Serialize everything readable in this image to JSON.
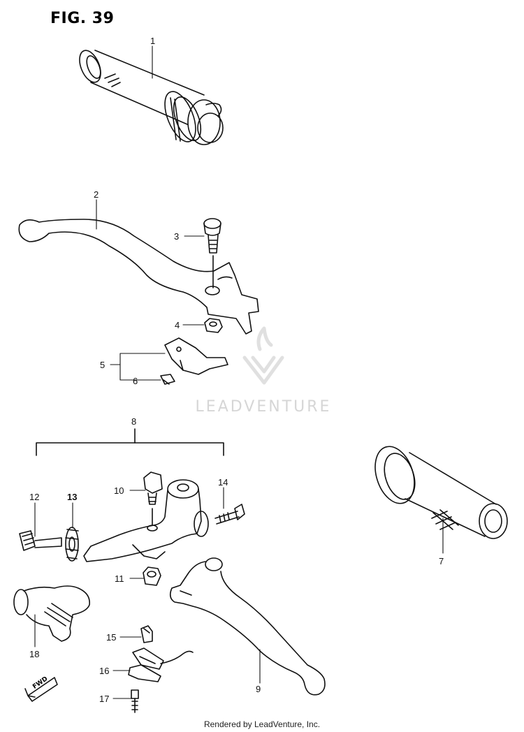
{
  "figure": {
    "title": "FIG. 39"
  },
  "callouts": [
    {
      "id": "1",
      "label": "1"
    },
    {
      "id": "2",
      "label": "2"
    },
    {
      "id": "3",
      "label": "3"
    },
    {
      "id": "4",
      "label": "4"
    },
    {
      "id": "5",
      "label": "5"
    },
    {
      "id": "6",
      "label": "6"
    },
    {
      "id": "7",
      "label": "7"
    },
    {
      "id": "8",
      "label": "8"
    },
    {
      "id": "9",
      "label": "9"
    },
    {
      "id": "10",
      "label": "10"
    },
    {
      "id": "11",
      "label": "11"
    },
    {
      "id": "12",
      "label": "12"
    },
    {
      "id": "13",
      "label": "13"
    },
    {
      "id": "14",
      "label": "14"
    },
    {
      "id": "15",
      "label": "15"
    },
    {
      "id": "16",
      "label": "16"
    },
    {
      "id": "17",
      "label": "17"
    },
    {
      "id": "18",
      "label": "18"
    }
  ],
  "direction_marker": {
    "label": "FWD"
  },
  "watermark": {
    "text": "LEADVENTURE"
  },
  "footer": {
    "text": "Rendered by LeadVenture, Inc."
  },
  "colors": {
    "line": "#111111",
    "watermark": "#d6d6d6"
  }
}
